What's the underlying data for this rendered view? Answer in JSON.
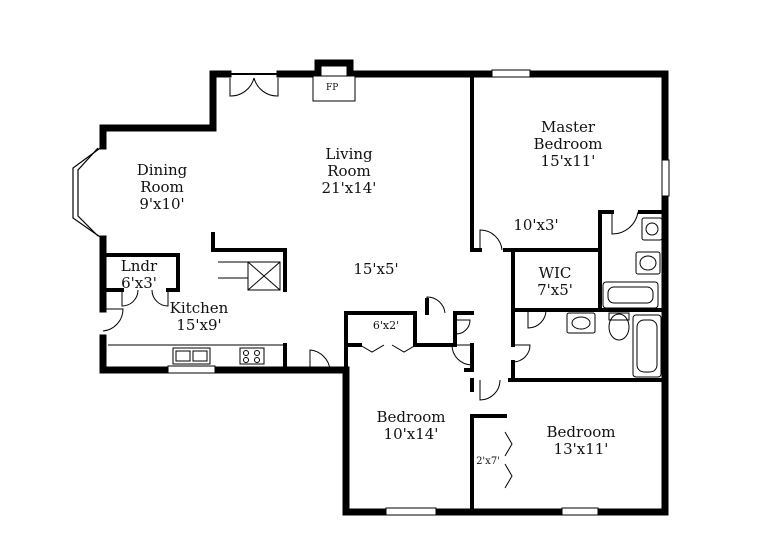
{
  "fireplace_label": "FP",
  "rooms": {
    "dining": {
      "name": "Dining\nRoom",
      "size": "9'x10'"
    },
    "living": {
      "name": "Living\nRoom",
      "size": "21'x14'"
    },
    "master": {
      "name": "Master\nBedroom",
      "size": "15'x11'"
    },
    "master_hall": {
      "size": "10'x3'"
    },
    "laundry": {
      "name": "Lndr",
      "size": "6'x3'"
    },
    "hall": {
      "size": "15'x5'"
    },
    "wic": {
      "name": "WIC",
      "size": "7'x5'"
    },
    "kitchen": {
      "name": "Kitchen",
      "size": "15'x9'"
    },
    "closet": {
      "size": "6'x2'"
    },
    "bedroom2": {
      "name": "Bedroom",
      "size": "10'x14'"
    },
    "bedroom3": {
      "name": "Bedroom",
      "size": "13'x11'"
    },
    "closet2": {
      "size": "2'x7'"
    }
  }
}
